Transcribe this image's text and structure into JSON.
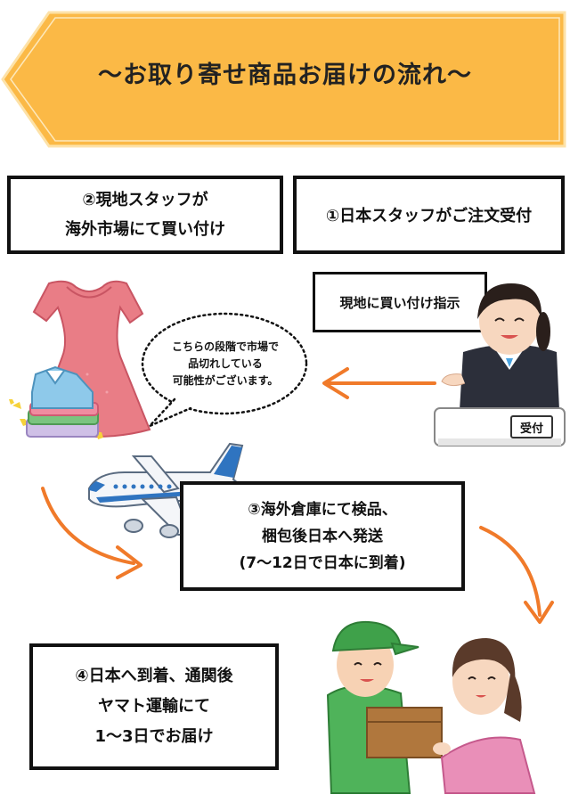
{
  "title": "〜お取り寄せ商品お届けの流れ〜",
  "steps": {
    "step1": "①日本スタッフがご注文受付",
    "step2_line1": "②現地スタッフが",
    "step2_line2": "海外市場にて買い付け",
    "instruction": "現地に買い付け指示",
    "step3_line1": "③海外倉庫にて検品、",
    "step3_line2": "梱包後日本へ発送",
    "step3_line3": "(7〜12日で日本に到着)",
    "step4_line1": "④日本へ到着、通関後",
    "step4_line2": "ヤマト運輸にて",
    "step4_line3": "1〜3日でお届け"
  },
  "bubble": {
    "line1": "こちらの段階で市場で",
    "line2": "品切れしている",
    "line3": "可能性がございます。"
  },
  "desk_label": "受付",
  "colors": {
    "banner_fill": "#fbb946",
    "banner_stroke": "#fde2a8",
    "arrow": "#f07a2a",
    "border": "#111111"
  },
  "icons": [
    "dress-illustration",
    "folded-shirts-illustration",
    "receptionist-illustration",
    "airplane-illustration",
    "delivery-handover-illustration"
  ]
}
